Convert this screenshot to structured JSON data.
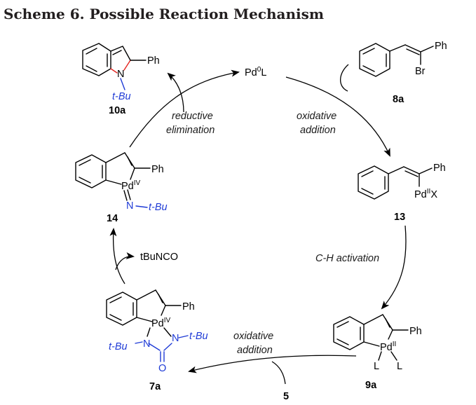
{
  "title": "Scheme 6. Possible Reaction Mechanism",
  "catalyst": {
    "pd": "Pd",
    "ox": "0",
    "ligand": "L"
  },
  "steps": {
    "reductive_1": "reductive",
    "reductive_2": "elimination",
    "oxadd_top_1": "oxidative",
    "oxadd_top_2": "addition",
    "ch_activation": "C-H activation",
    "oxadd_bottom_1": "oxidative",
    "oxadd_bottom_2": "addition",
    "byproduct": "tBuNCO"
  },
  "compounds": {
    "c10a": {
      "label": "10a",
      "ph": "Ph",
      "n": "N",
      "tbu": "t-Bu"
    },
    "c8a": {
      "label": "8a",
      "ph": "Ph",
      "br": "Br"
    },
    "c13": {
      "label": "13",
      "ph": "Ph",
      "pd": "Pd",
      "ox": "II",
      "x": "X"
    },
    "c14": {
      "label": "14",
      "ph": "Ph",
      "pd": "Pd",
      "ox": "IV",
      "n": "N",
      "tbu": "t-Bu"
    },
    "c9a": {
      "label": "9a",
      "ph": "Ph",
      "pd": "Pd",
      "ox": "II",
      "l1": "L",
      "l2": "L"
    },
    "c7a": {
      "label": "7a",
      "ph": "Ph",
      "pd": "Pd",
      "ox": "IV",
      "n1": "N",
      "n2": "N",
      "tbu1": "t-Bu",
      "tbu2": "t-Bu",
      "o": "O"
    },
    "c5": {
      "label": "5"
    }
  }
}
